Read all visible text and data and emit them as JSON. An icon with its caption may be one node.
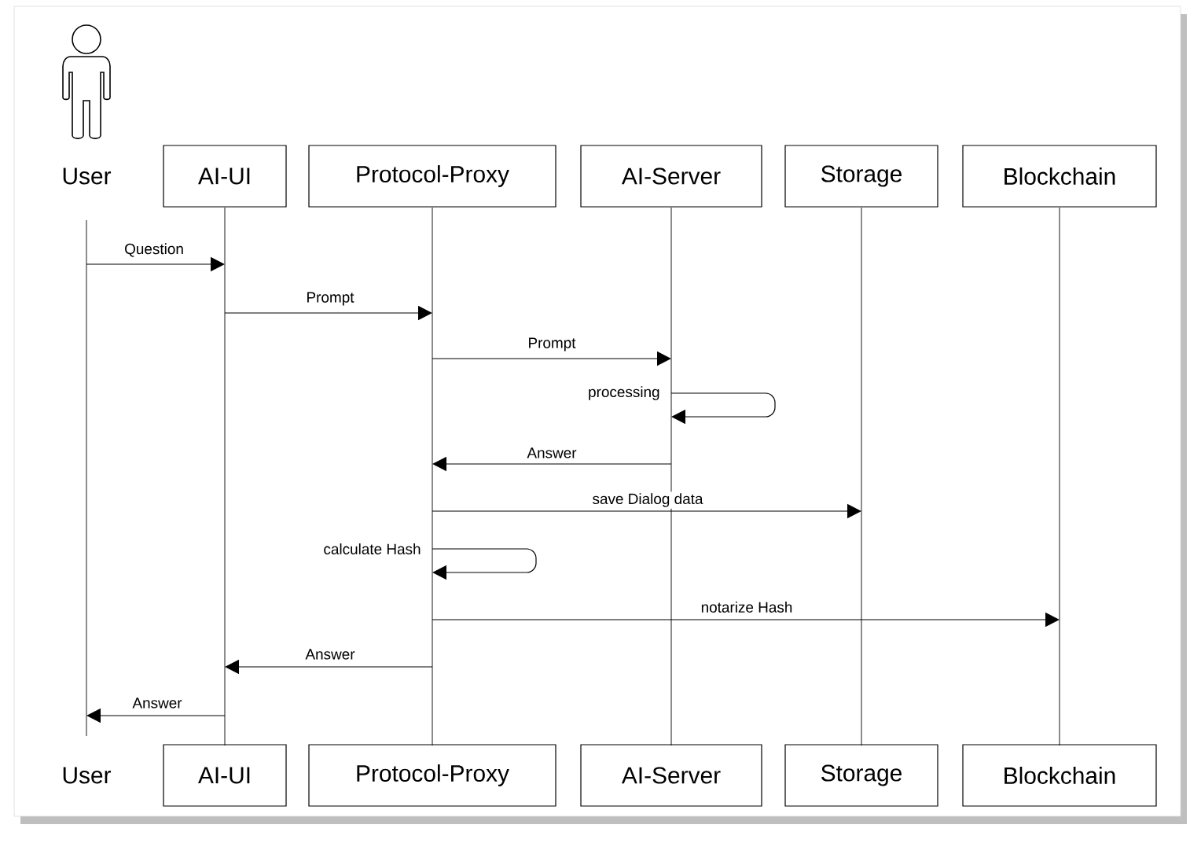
{
  "diagram": {
    "nodes": [
      {
        "text": [
          "User"
        ]
      },
      {
        "text": [
          "AI-UI"
        ]
      },
      {
        "text": [
          "Protocol-Proxy"
        ]
      },
      {
        "text": [
          "AI-Server"
        ]
      },
      {
        "text": [
          "Storage"
        ]
      },
      {
        "text": [
          "Blockchain"
        ]
      },
      {
        "text": [],
        "shape": "bar"
      },
      {
        "text": [],
        "shape": "bar"
      },
      {
        "text": [],
        "shape": "bar"
      },
      {
        "text": [],
        "shape": "bar"
      },
      {
        "text": [],
        "shape": "bar"
      },
      {
        "text": [],
        "shape": "bar"
      },
      {
        "text": [
          "User"
        ]
      },
      {
        "text": [
          "AI-UI"
        ]
      },
      {
        "text": [
          "Protocol-Proxy"
        ]
      },
      {
        "text": [
          "AI-Server"
        ]
      },
      {
        "text": [
          "Storage"
        ]
      },
      {
        "text": [
          "Blockchain"
        ]
      }
    ],
    "edges": [
      {
        "from": 6,
        "to": 7,
        "arrow": "to",
        "label": "Question"
      },
      {
        "from": 7,
        "to": 8,
        "arrow": "to",
        "label": "Prompt"
      },
      {
        "from": 8,
        "to": 9,
        "arrow": "to",
        "label": "Prompt"
      },
      {
        "from": 9,
        "to": 9,
        "arrow": "to",
        "label": "processing"
      },
      {
        "from": 9,
        "to": 8,
        "arrow": "to",
        "label": "Answer"
      },
      {
        "from": 8,
        "to": 10,
        "arrow": "to",
        "label": "save Dialog data"
      },
      {
        "from": 8,
        "to": 8,
        "arrow": "to",
        "label": "calculate Hash"
      },
      {
        "from": 8,
        "to": 11,
        "arrow": "to",
        "label": "notarize Hash"
      },
      {
        "from": 8,
        "to": 7,
        "arrow": "to",
        "label": "Answer"
      },
      {
        "from": 7,
        "to": 6,
        "arrow": "to",
        "label": "Answer"
      }
    ]
  }
}
